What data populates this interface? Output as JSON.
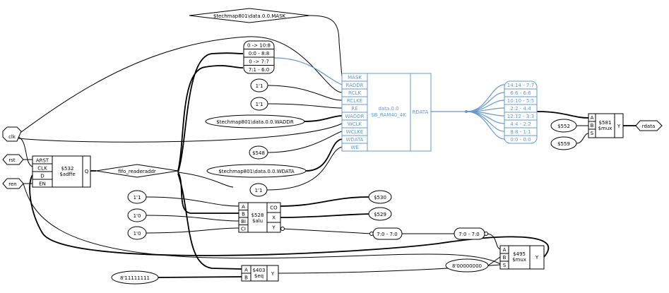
{
  "ports": {
    "clk": "clk",
    "rst": "rst",
    "ren": "ren",
    "rdata": "rdata"
  },
  "nodes": {
    "mask_const": "$techmap801\\data.0.0.MASK",
    "waddr_const": "$techmap801\\data.0.0.WADDR",
    "wdata_const": "$techmap801\\data.0.0.WDATA",
    "re_const": "1'1",
    "rclke_const": "1'1",
    "we_const": "1'1",
    "wclke_const": "$548",
    "fifo_readeraddr": "fifo_readeraddr",
    "alu_a_const": "1'1",
    "alu_bi_const": "1'0",
    "alu_ci_const": "1'0",
    "seq_b_const": "8'11111111",
    "mux_a_const": "8'00000000",
    "mux581_a": "$552",
    "mux581_s": "$559",
    "co_out": "$530",
    "x_out": "$529",
    "y_split_1": "7:0 - 7:0",
    "y_split_2": "7:0 - 7:0"
  },
  "raddr_split": [
    "0 -> 10:8",
    "0:0 - 8:8",
    "0 -> 7:7",
    "7:1 - 6:0"
  ],
  "rdata_split": [
    "14:14 - 7:7",
    "6:6 - 6:6",
    "10:10 - 5:5",
    "2:2 - 4:4",
    "12:12 - 3:3",
    "4:4 - 2:2",
    "8:8 - 1:1",
    "0:0 - 0:0"
  ],
  "ram": {
    "name": "data.0.0",
    "type": "SB_RAM40_4K",
    "inputs": [
      "MASK",
      "RADDR",
      "RCLK",
      "RCLKE",
      "RE",
      "WADDR",
      "WCLK",
      "WCLKE",
      "WDATA",
      "WE"
    ],
    "output": "RDATA"
  },
  "dff": {
    "id": "$532",
    "type": "$adffe",
    "inputs": [
      "ARST",
      "CLK",
      "D",
      "EN"
    ],
    "output": "Q"
  },
  "alu": {
    "id": "$528",
    "type": "$alu",
    "inputs": [
      "A",
      "B",
      "BI",
      "CI"
    ],
    "outputs": [
      "CO",
      "X",
      "Y"
    ]
  },
  "eq": {
    "id": "$403",
    "type": "$eq",
    "inputs": [
      "A",
      "B"
    ],
    "output": "Y"
  },
  "mux495": {
    "id": "$495",
    "type": "$mux",
    "inputs": [
      "A",
      "B",
      "S"
    ],
    "output": "Y"
  },
  "mux581": {
    "id": "$581",
    "type": "$mux",
    "inputs": [
      "A",
      "B",
      "S"
    ],
    "output": "Y"
  },
  "colors": {
    "wire": "#000000",
    "ram_accent": "#6699cc",
    "background": "#ffffff"
  }
}
